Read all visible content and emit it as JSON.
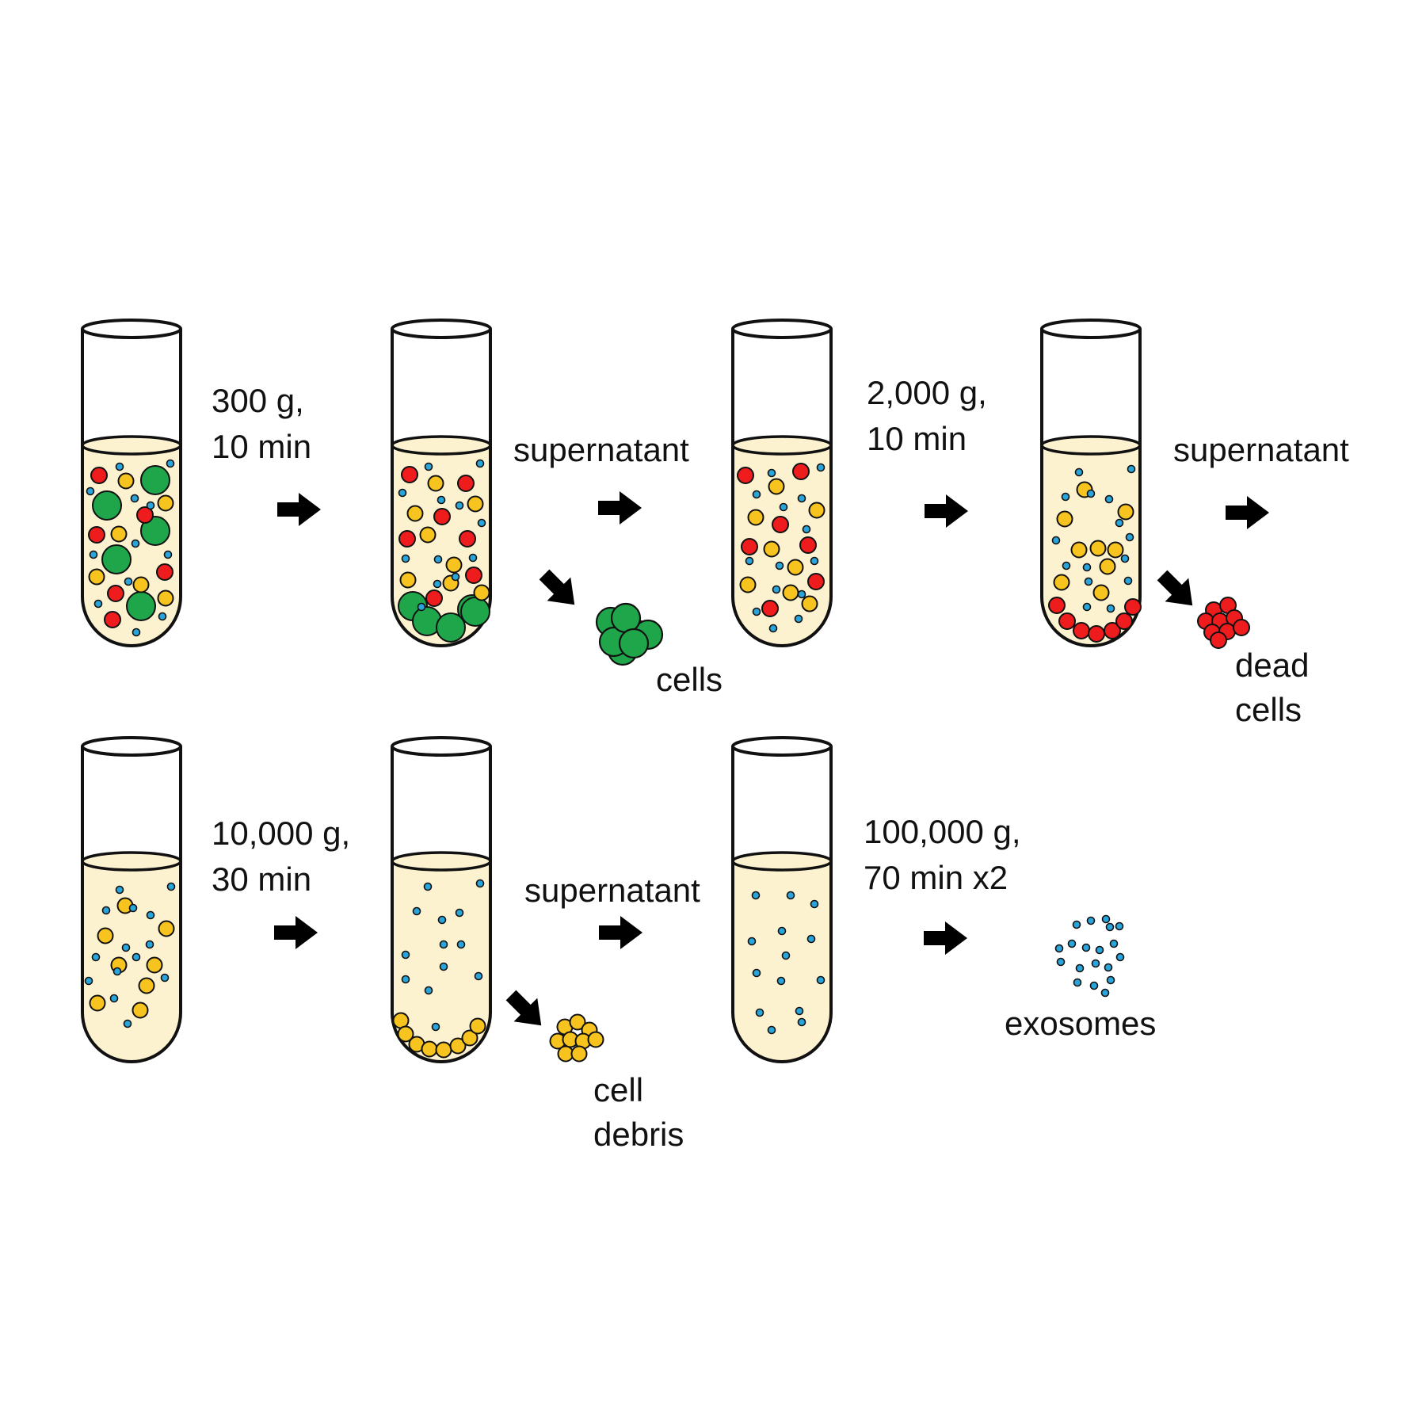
{
  "labels": {
    "step1_condition": [
      "300 g,",
      "10 min"
    ],
    "step1_product": "supernatant",
    "step1_pellet": "cells",
    "step2_condition": [
      "2,000 g,",
      "10 min"
    ],
    "step2_product": "supernatant",
    "step2_pellet": [
      "dead",
      "cells"
    ],
    "step3_condition": [
      "10,000 g,",
      "30 min"
    ],
    "step3_product": "supernatant",
    "step3_pellet": [
      "cell",
      "debris"
    ],
    "step4_condition": [
      "100,000 g,",
      "70 min x2"
    ],
    "step4_pellet": "exosomes"
  },
  "colors": {
    "liquid": "#fdf2d0",
    "outline": "#111111",
    "cells": "#1fa64a",
    "dead_cells": "#ee1c1c",
    "cell_debris": "#f7c41f",
    "exosomes": "#2aa5dc",
    "arrow": "#000000"
  },
  "icons": {
    "tube": "test-tube",
    "arrow": "right-arrow",
    "pellet_arrow": "down-right-arrow"
  }
}
